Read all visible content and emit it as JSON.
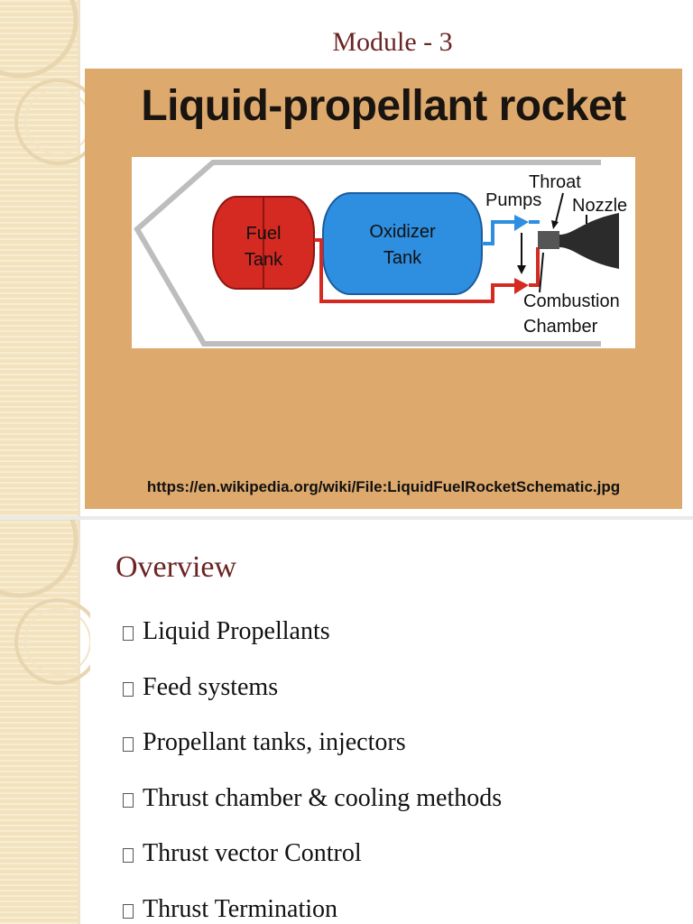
{
  "slide1": {
    "module_title": "Module - 3",
    "diagram": {
      "heading": "Liquid-propellant rocket",
      "labels": {
        "fuel_line1": "Fuel",
        "fuel_line2": "Tank",
        "oxidizer_line1": "Oxidizer",
        "oxidizer_line2": "Tank",
        "pumps": "Pumps",
        "throat": "Throat",
        "nozzle": "Nozzle",
        "combustion_line1": "Combustion",
        "combustion_line2": "Chamber"
      },
      "source_url": "https://en.wikipedia.org/wiki/File:LiquidFuelRocketSchematic.jpg",
      "colors": {
        "panel": "#dda96d",
        "fuel_tank": "#d42a22",
        "oxidizer_tank": "#2e8ee0",
        "hull": "#bdbdbd",
        "nozzle": "#2b2b2b"
      }
    }
  },
  "slide2": {
    "title": "Overview",
    "bullets": [
      "Liquid Propellants",
      "Feed systems",
      "Propellant tanks, injectors",
      "Thrust chamber & cooling methods",
      "Thrust vector Control",
      "Thrust Termination"
    ]
  }
}
